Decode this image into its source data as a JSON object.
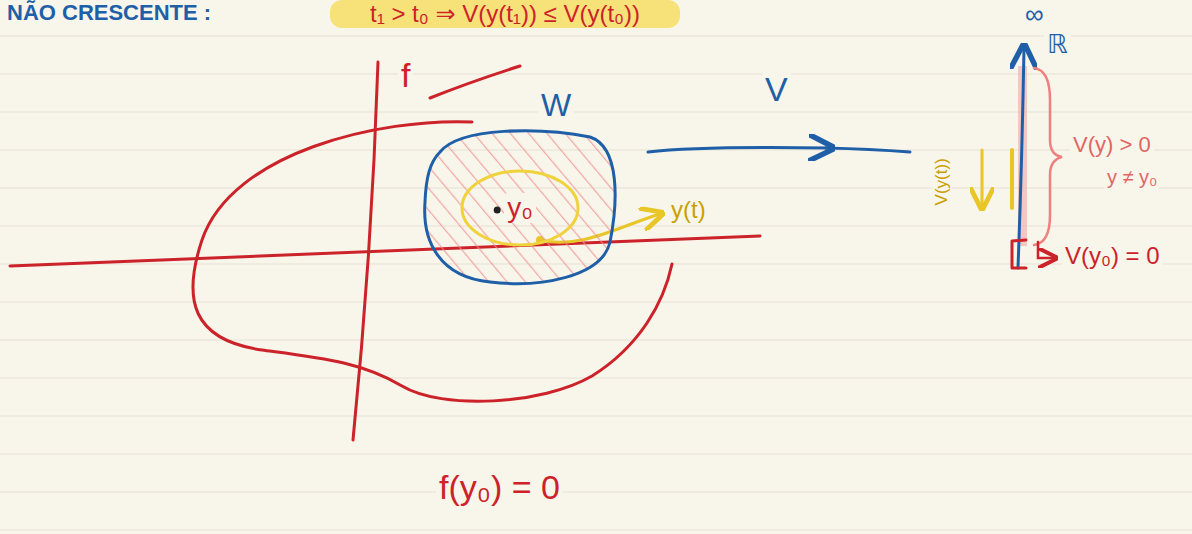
{
  "diagram": {
    "nodes": [
      {
        "text": [
          "W"
        ]
      },
      {
        "text": [
          "y₀"
        ],
        "in": 0
      }
    ],
    "labels": [
      "NÃO CRESCENTE :",
      "t₁ > t₀ ⇒ V(y(t₁)) ≤ V(y(t₀))",
      "f",
      "V",
      "∞",
      "ℝ",
      "y(t)",
      "V(y(t))",
      "V(y) > 0",
      "y ≠ y₀",
      "V(y₀) = 0",
      "f(y₀) = 0"
    ]
  }
}
